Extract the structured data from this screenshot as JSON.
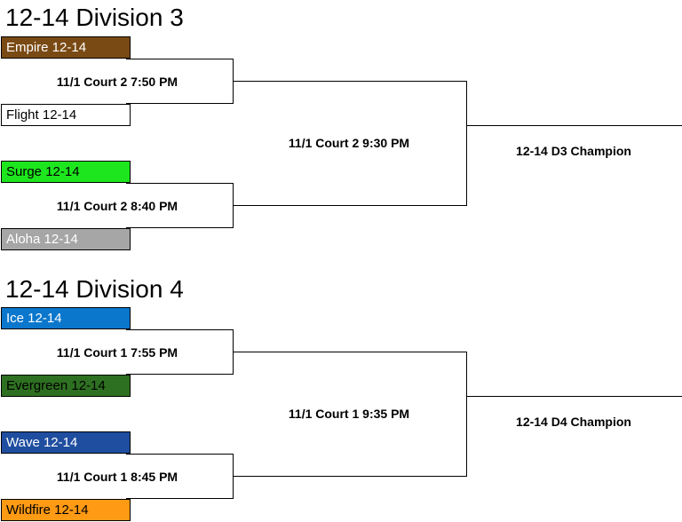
{
  "brackets": [
    {
      "title": "12-14 Division 3",
      "teams": [
        {
          "name": "Empire 12-14",
          "bg": "#7a4a14",
          "fg": "#ffffff"
        },
        {
          "name": "Flight 12-14",
          "bg": "#ffffff",
          "fg": "#000000"
        },
        {
          "name": "Surge 12-14",
          "bg": "#1ee61e",
          "fg": "#000000"
        },
        {
          "name": "Aloha 12-14",
          "bg": "#a6a6a6",
          "fg": "#ffffff"
        }
      ],
      "games": [
        "11/1 Court 2 7:50 PM",
        "11/1 Court 2 8:40 PM"
      ],
      "final": "11/1 Court 2 9:30 PM",
      "champion": "12-14 D3 Champion"
    },
    {
      "title": "12-14 Division 4",
      "teams": [
        {
          "name": "Ice 12-14",
          "bg": "#0b77cc",
          "fg": "#ffffff"
        },
        {
          "name": "Evergreen 12-14",
          "bg": "#2e7021",
          "fg": "#000000"
        },
        {
          "name": "Wave 12-14",
          "bg": "#1f4ea0",
          "fg": "#ffffff"
        },
        {
          "name": "Wildfire 12-14",
          "bg": "#ff9a14",
          "fg": "#000000"
        }
      ],
      "games": [
        "11/1 Court 1 7:55 PM",
        "11/1 Court 1 8:45 PM"
      ],
      "final": "11/1 Court 1 9:35 PM",
      "champion": "12-14 D4 Champion"
    }
  ]
}
